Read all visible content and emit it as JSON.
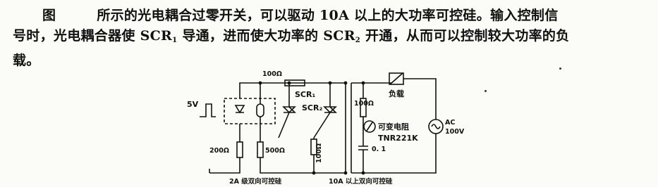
{
  "paragraph": {
    "figure_word": "图",
    "line1_rest": "所示的光电耦合过零开关，可以驱动 10A 以上的大功率可控硅。输入控制信",
    "line2_a": "号时，光电耦合器使 SCR",
    "line2_sub1": "1",
    "line2_b": " 导通，进而使大功率的 SCR",
    "line2_sub2": "2",
    "line2_c": " 开通，从而可以控制较大功率的负",
    "line3": "载。"
  },
  "circuit": {
    "input_label": "5V",
    "r_top": "100Ω",
    "r_200": "200Ω",
    "r_500": "500Ω",
    "r_gate": "100Ω",
    "r_snub": "100Ω",
    "cap": "0. 1",
    "scr1": "SCR₁",
    "scr2": "SCR₂",
    "load": "负载",
    "varistor_name": "可变电阻",
    "varistor_part": "TNR221K",
    "ac_label": "AC",
    "ac_volt": "100V",
    "caption_left": "2A 级双向可控硅",
    "caption_right": "10A 以上双向可控硅"
  }
}
